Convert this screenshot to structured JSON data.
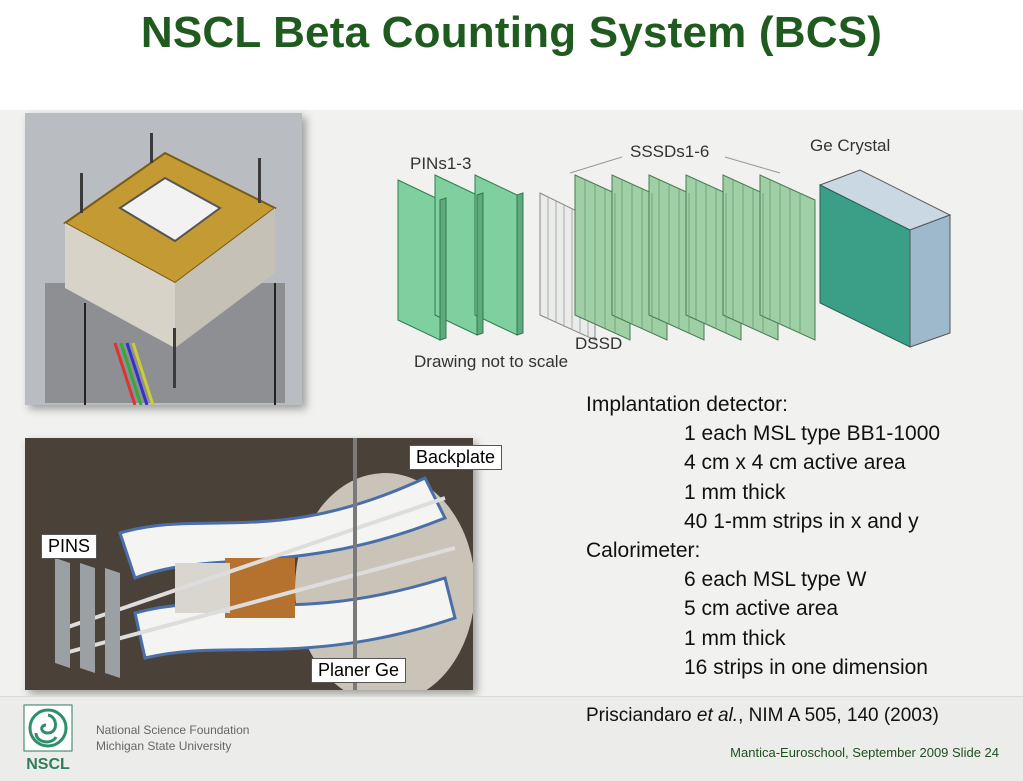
{
  "header": {
    "title": "NSCL Beta Counting System (BCS)"
  },
  "diagram": {
    "pins_label": "PINs1-3",
    "sssds_label": "SSSDs1-6",
    "ge_label": "Ge Crystal",
    "dssd_label": "DSSD",
    "scale_note": "Drawing not to scale"
  },
  "photo_labels": {
    "backplate": "Backplate",
    "pins": "PINS",
    "planer_ge": "Planer Ge"
  },
  "details": {
    "implantation_heading": "Implantation detector:",
    "implantation_items": [
      "1 each MSL type BB1-1000",
      "4 cm x 4 cm active area",
      "1 mm thick",
      "40 1-mm strips in x and y"
    ],
    "calorimeter_heading": "Calorimeter:",
    "calorimeter_items": [
      "6 each MSL type W",
      "5 cm active area",
      "1 mm thick",
      "16 strips in one dimension"
    ]
  },
  "citation": {
    "author": "Prisciandaro ",
    "etal": "et al.",
    "ref": ", NIM A 505, 140 (2003)"
  },
  "footer": {
    "org_line1": "National Science Foundation",
    "org_line2": "Michigan State University",
    "logo_text": "NSCL",
    "slide_info": "Mantica-Euroschool, September 2009 Slide 24"
  },
  "colors": {
    "title": "#1f5a1f",
    "pin_plate": "#7fcf9f",
    "sssd_plate": "#9fcfa5",
    "ge_front": "#3a9f86",
    "ge_side": "#9fb9cc"
  }
}
